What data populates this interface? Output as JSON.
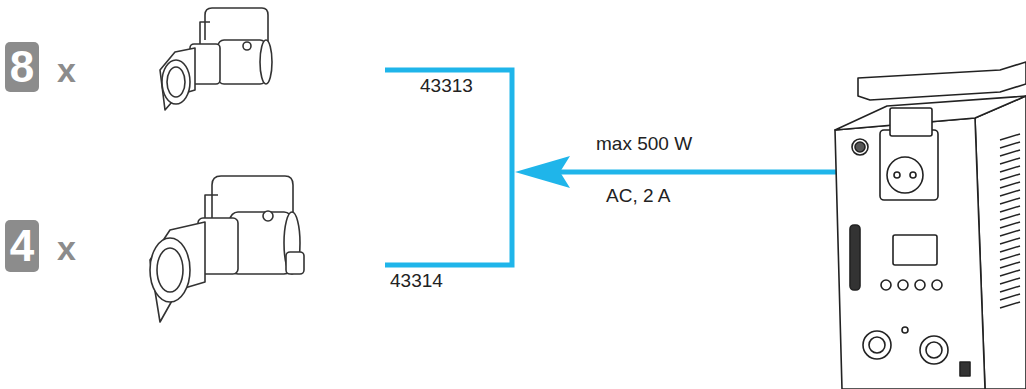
{
  "diagram": {
    "nodes": [
      {
        "text": [
          "8"
        ]
      },
      {
        "text": [
          "4"
        ]
      }
    ],
    "labels": [
      "x",
      "x",
      "43313",
      "43314",
      "max 500 W",
      "AC, 2 A"
    ]
  }
}
